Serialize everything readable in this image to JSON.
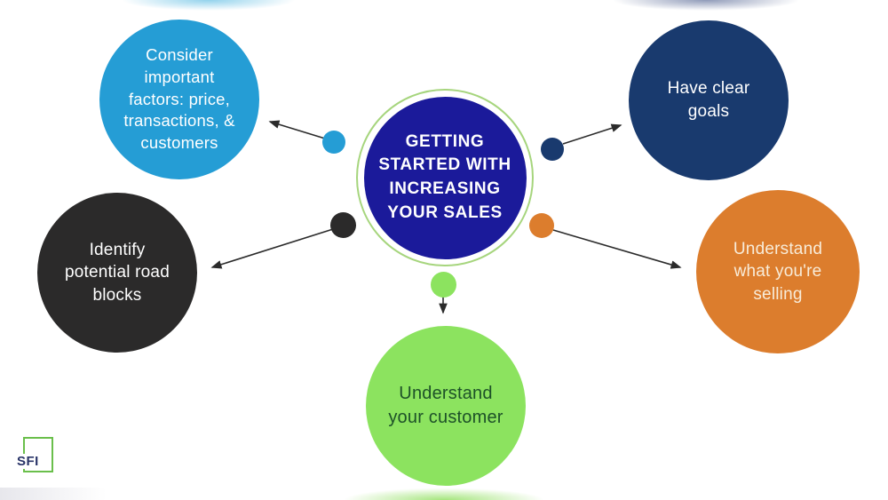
{
  "hub": {
    "label": "GETTING\nSTARTED WITH\nINCREASING\nYOUR SALES",
    "fill": "#1b1a9a",
    "ring_color": "#a6d57d",
    "text_color": "#ffffff"
  },
  "nodes": [
    {
      "id": "consider-factors",
      "label": "Consider\nimportant\nfactors: price,\ntransactions, &\ncustomers",
      "fill": "#259dd5",
      "text_color": "#ffffff"
    },
    {
      "id": "have-clear-goals",
      "label": "Have clear\ngoals",
      "fill": "#193a6e",
      "text_color": "#ffffff"
    },
    {
      "id": "identify-road-blocks",
      "label": "Identify\npotential road\nblocks",
      "fill": "#2b2a2a",
      "text_color": "#ffffff"
    },
    {
      "id": "understand-selling",
      "label": "Understand\nwhat you're\nselling",
      "fill": "#dc7d2d",
      "text_color": "#f8ecd9"
    },
    {
      "id": "understand-customer",
      "label": "Understand\nyour customer",
      "fill": "#8ce35f",
      "text_color": "#1d5128"
    }
  ],
  "connector_dots": [
    {
      "id": "dot-blue",
      "color": "#259dd5"
    },
    {
      "id": "dot-navy",
      "color": "#193a6e"
    },
    {
      "id": "dot-black",
      "color": "#2b2a2a"
    },
    {
      "id": "dot-orange",
      "color": "#dc7d2d"
    },
    {
      "id": "dot-green",
      "color": "#8ce35f"
    }
  ],
  "arrow_color": "#2b2b2b",
  "logo": {
    "text": "SFI",
    "square_color": "#6abf4b",
    "text_color": "#283367"
  }
}
